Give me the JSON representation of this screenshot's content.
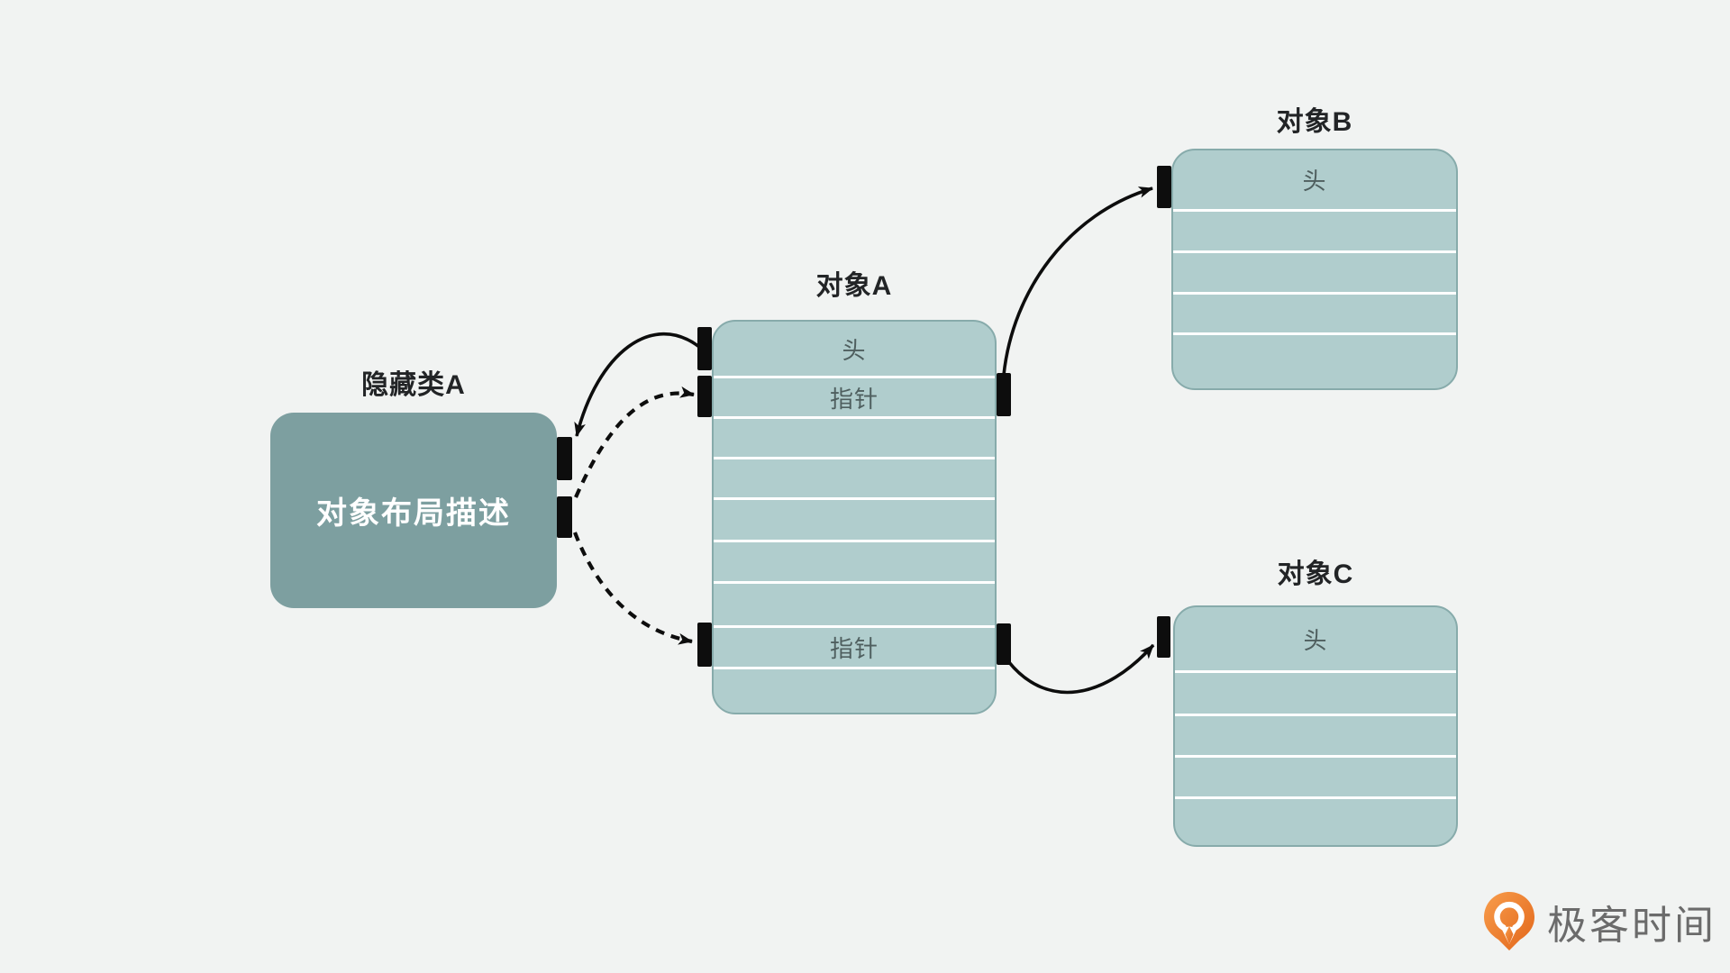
{
  "canvas": {
    "background": "#f1f3f2",
    "accent_teal_dark": "#7d9fa0",
    "accent_teal_light": "#b0cdcd",
    "port_color": "#0d0d0d"
  },
  "nodes": {
    "hidden_class_a": {
      "title": "隐藏类A",
      "body": "对象布局描述"
    },
    "object_a": {
      "title": "对象A",
      "rows": [
        "头",
        "指针",
        "",
        "",
        "",
        "",
        "",
        "指针",
        ""
      ]
    },
    "object_b": {
      "title": "对象B",
      "rows": [
        "头",
        "",
        "",
        "",
        ""
      ]
    },
    "object_c": {
      "title": "对象C",
      "rows": [
        "头",
        "",
        "",
        "",
        ""
      ]
    }
  },
  "edges": [
    {
      "from": "object_a.头",
      "to": "hidden_class_a",
      "style": "solid"
    },
    {
      "from": "hidden_class_a.对象布局描述",
      "to": "object_a.指针-1",
      "style": "dashed"
    },
    {
      "from": "hidden_class_a.对象布局描述",
      "to": "object_a.指针-2",
      "style": "dashed"
    },
    {
      "from": "object_a.指针-1",
      "to": "object_b.头",
      "style": "solid"
    },
    {
      "from": "object_a.指针-2",
      "to": "object_c.头",
      "style": "solid"
    }
  ],
  "logo": {
    "text": "极客时间",
    "icon_color": "#ed7d31",
    "text_color": "#6b6b6b"
  }
}
